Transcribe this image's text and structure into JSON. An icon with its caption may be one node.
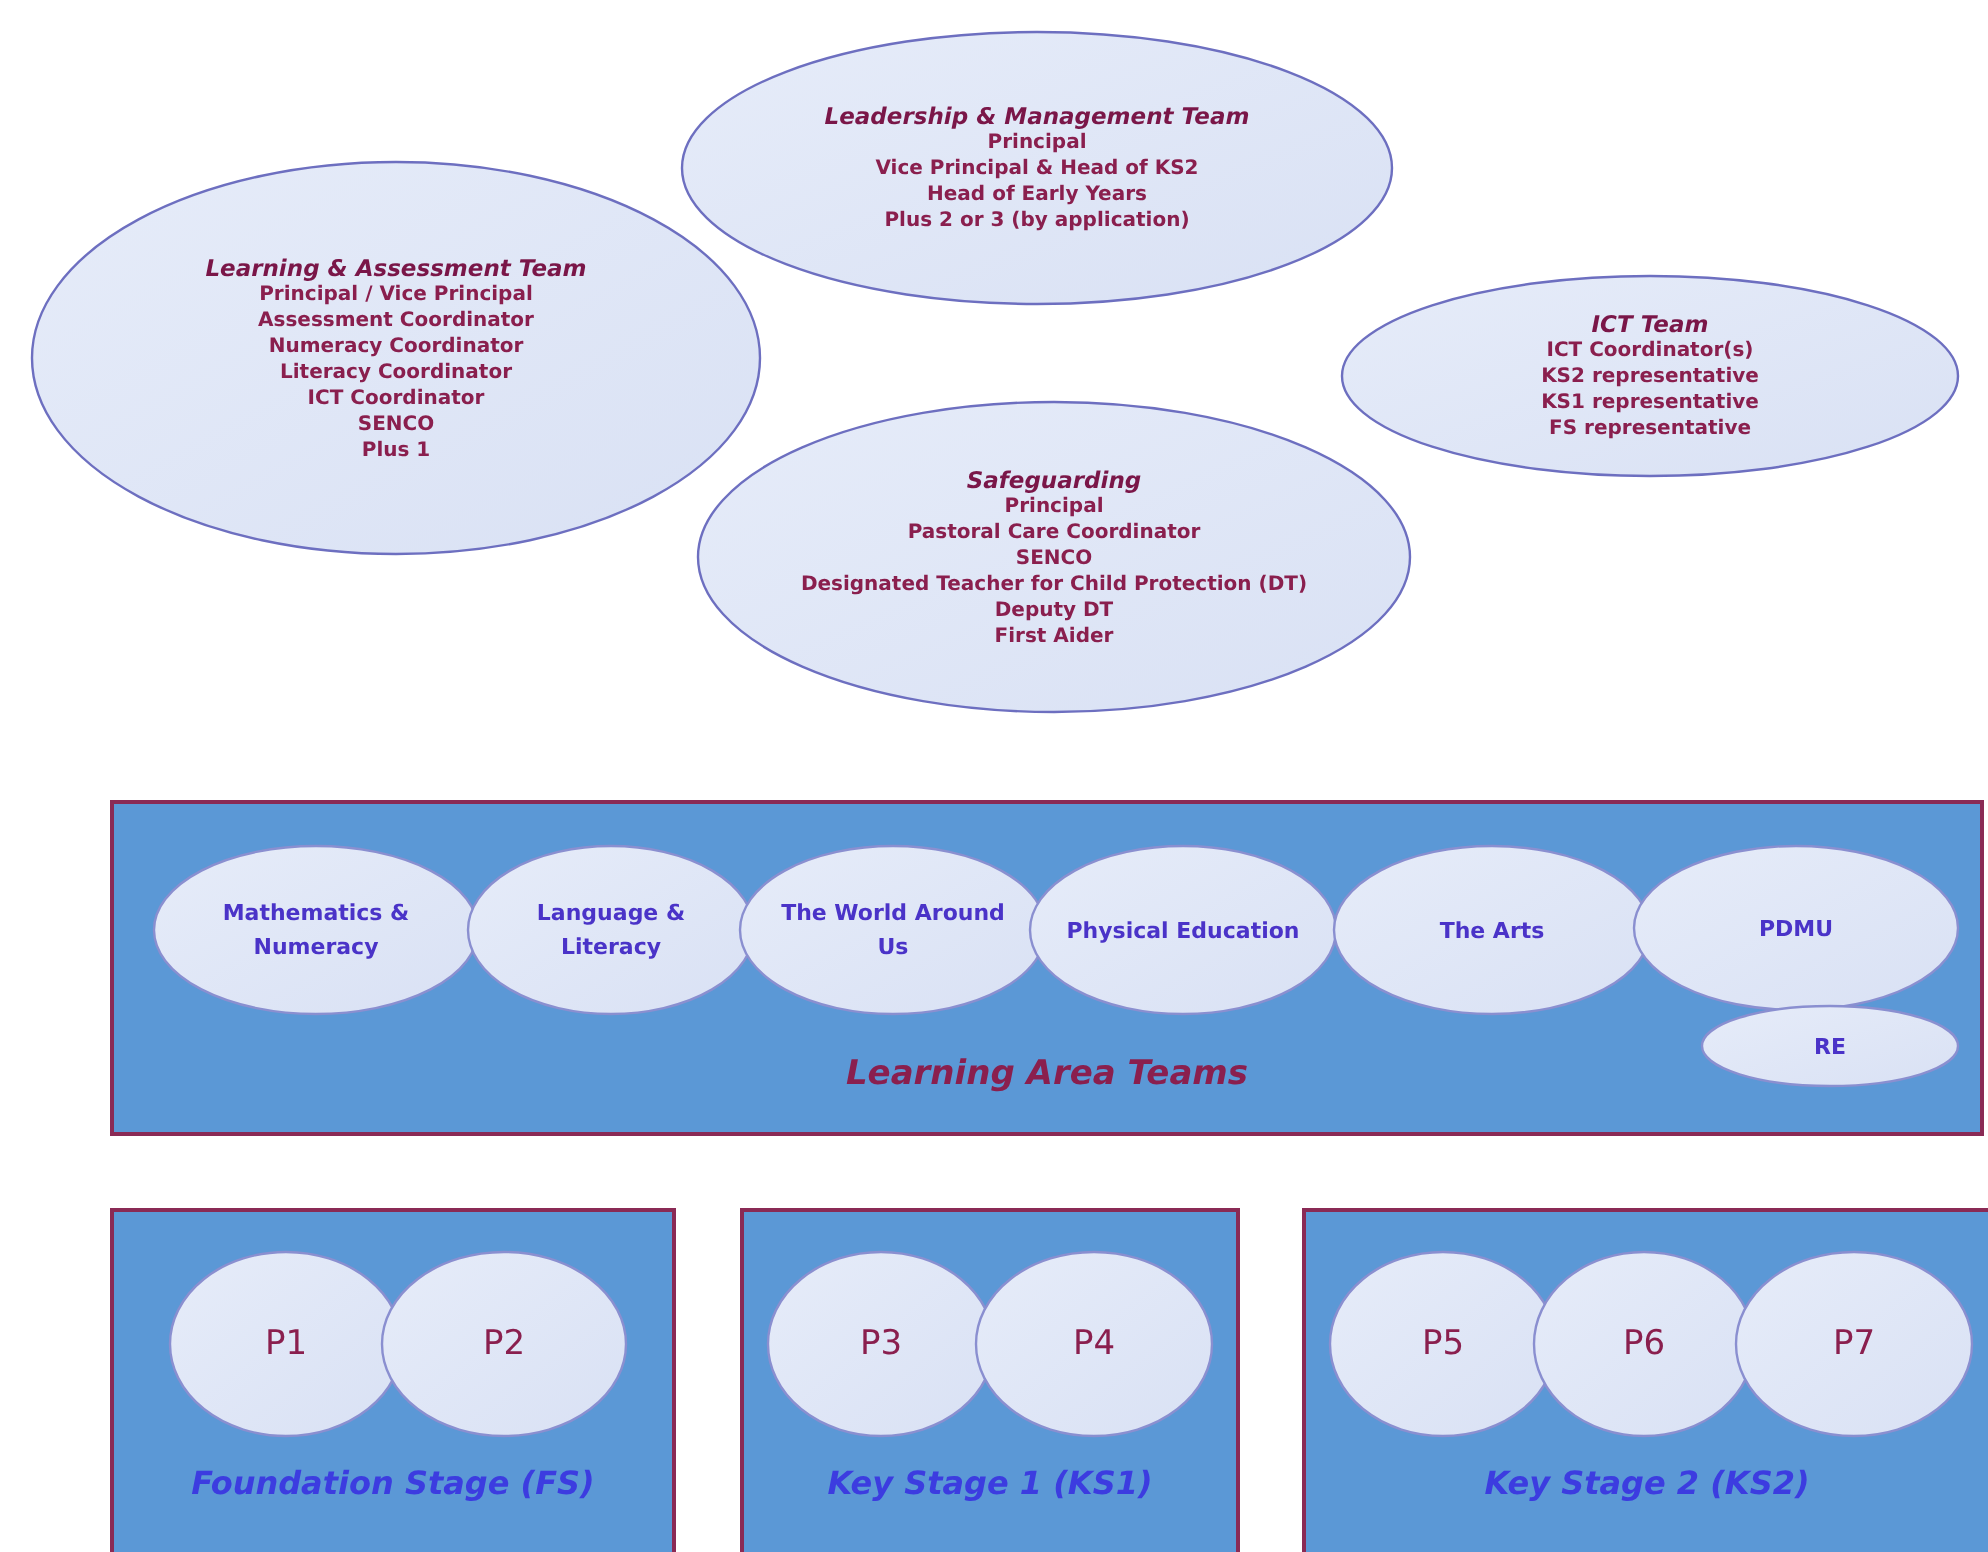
{
  "diagram": {
    "nodes": [
      {
        "text": [
          "Leadership & Management Team",
          "Principal",
          "Vice Principal & Head of KS2",
          "Head of Early Years",
          "Plus 2 or 3 (by application)"
        ]
      },
      {
        "text": [
          "Learning & Assessment Team",
          "Principal / Vice Principal",
          "Assessment Coordinator",
          "Numeracy Coordinator",
          "Literacy Coordinator",
          "ICT Coordinator",
          "SENCO",
          "Plus 1"
        ]
      },
      {
        "text": [
          "ICT Team",
          "ICT Coordinator(s)",
          "KS2 representative",
          "KS1 representative",
          "FS representative"
        ]
      },
      {
        "text": [
          "Safeguarding",
          "Principal",
          "Pastoral Care Coordinator",
          "SENCO",
          "Designated Teacher for Child Protection (DT)",
          "Deputy DT",
          "First Aider"
        ]
      },
      {
        "text": [
          "Learning Area Teams"
        ]
      },
      {
        "text": [
          "Mathematics & Numeracy"
        ],
        "in": 4
      },
      {
        "text": [
          "Language & Literacy"
        ],
        "in": 4
      },
      {
        "text": [
          "The World Around Us"
        ],
        "in": 4
      },
      {
        "text": [
          "Physical Education"
        ],
        "in": 4
      },
      {
        "text": [
          "The Arts"
        ],
        "in": 4
      },
      {
        "text": [
          "PDMU"
        ],
        "in": 4
      },
      {
        "text": [
          "RE"
        ],
        "in": 4
      },
      {
        "text": [
          "Foundation Stage (FS)"
        ]
      },
      {
        "text": [
          "P1"
        ],
        "in": 12
      },
      {
        "text": [
          "P2"
        ],
        "in": 12
      },
      {
        "text": [
          "Key Stage 1 (KS1)"
        ]
      },
      {
        "text": [
          "P3"
        ],
        "in": 15
      },
      {
        "text": [
          "P4"
        ],
        "in": 15
      },
      {
        "text": [
          "Key Stage 2 (KS2)"
        ]
      },
      {
        "text": [
          "P5"
        ],
        "in": 18
      },
      {
        "text": [
          "P6"
        ],
        "in": 18
      },
      {
        "text": [
          "P7"
        ],
        "in": 18
      }
    ]
  }
}
